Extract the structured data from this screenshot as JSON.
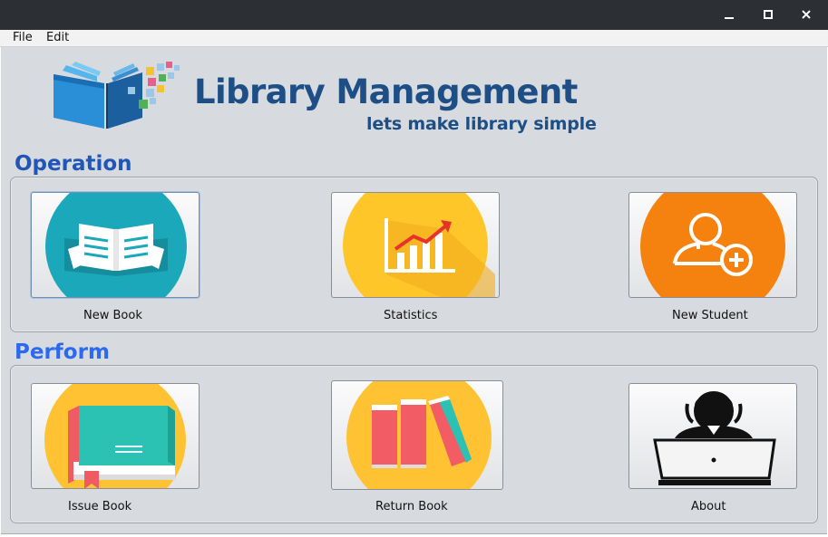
{
  "window": {
    "title_bar_color": "#2c2f33",
    "controls": [
      "minimize-icon",
      "maximize-icon",
      "close-icon"
    ]
  },
  "menu": [
    {
      "label": "File"
    },
    {
      "label": "Edit"
    }
  ],
  "header": {
    "title": "Library Management",
    "subtitle": "lets make library simple",
    "brand_color": "#1d4f86"
  },
  "sections": {
    "operation": {
      "heading": "Operation",
      "color": "#1f56b8",
      "items": [
        {
          "label": "New Book",
          "icon": "reading-book-icon",
          "circle_color": "#1aa8ba"
        },
        {
          "label": "Statistics",
          "icon": "growth-chart-icon",
          "circle_color": "#ffc62a"
        },
        {
          "label": "New Student",
          "icon": "add-user-icon",
          "circle_color": "#f5820f"
        }
      ]
    },
    "perform": {
      "heading": "Perform",
      "color": "#2a69f0",
      "items": [
        {
          "label": "Issue Book",
          "icon": "issue-book-icon",
          "circle_color": "#ffc233"
        },
        {
          "label": "Return Book",
          "icon": "return-books-icon",
          "circle_color": "#ffc233"
        },
        {
          "label": "About",
          "icon": "person-laptop-icon"
        }
      ]
    }
  }
}
